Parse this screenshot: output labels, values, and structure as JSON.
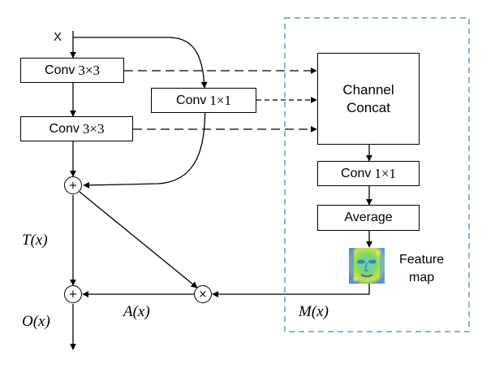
{
  "input_label": "X",
  "conv3_a": {
    "name": "Conv",
    "kernel": "3×3"
  },
  "conv3_b": {
    "name": "Conv",
    "kernel": "3×3"
  },
  "conv1": {
    "name": "Conv",
    "kernel": "1×1"
  },
  "concat": {
    "line1": "Channel",
    "line2": "Concat"
  },
  "conv1_branch": {
    "name": "Conv",
    "kernel": "1×1"
  },
  "average": "Average",
  "feature_map": {
    "line1": "Feature",
    "line2": "map"
  },
  "ops": {
    "add": "+",
    "mul": "×"
  },
  "math": {
    "T": "T(x)",
    "O": "O(x)",
    "A": "A(x)",
    "M": "M(x)"
  },
  "colors": {
    "dashed_box": "#5b9bd5",
    "line": "#000000"
  }
}
